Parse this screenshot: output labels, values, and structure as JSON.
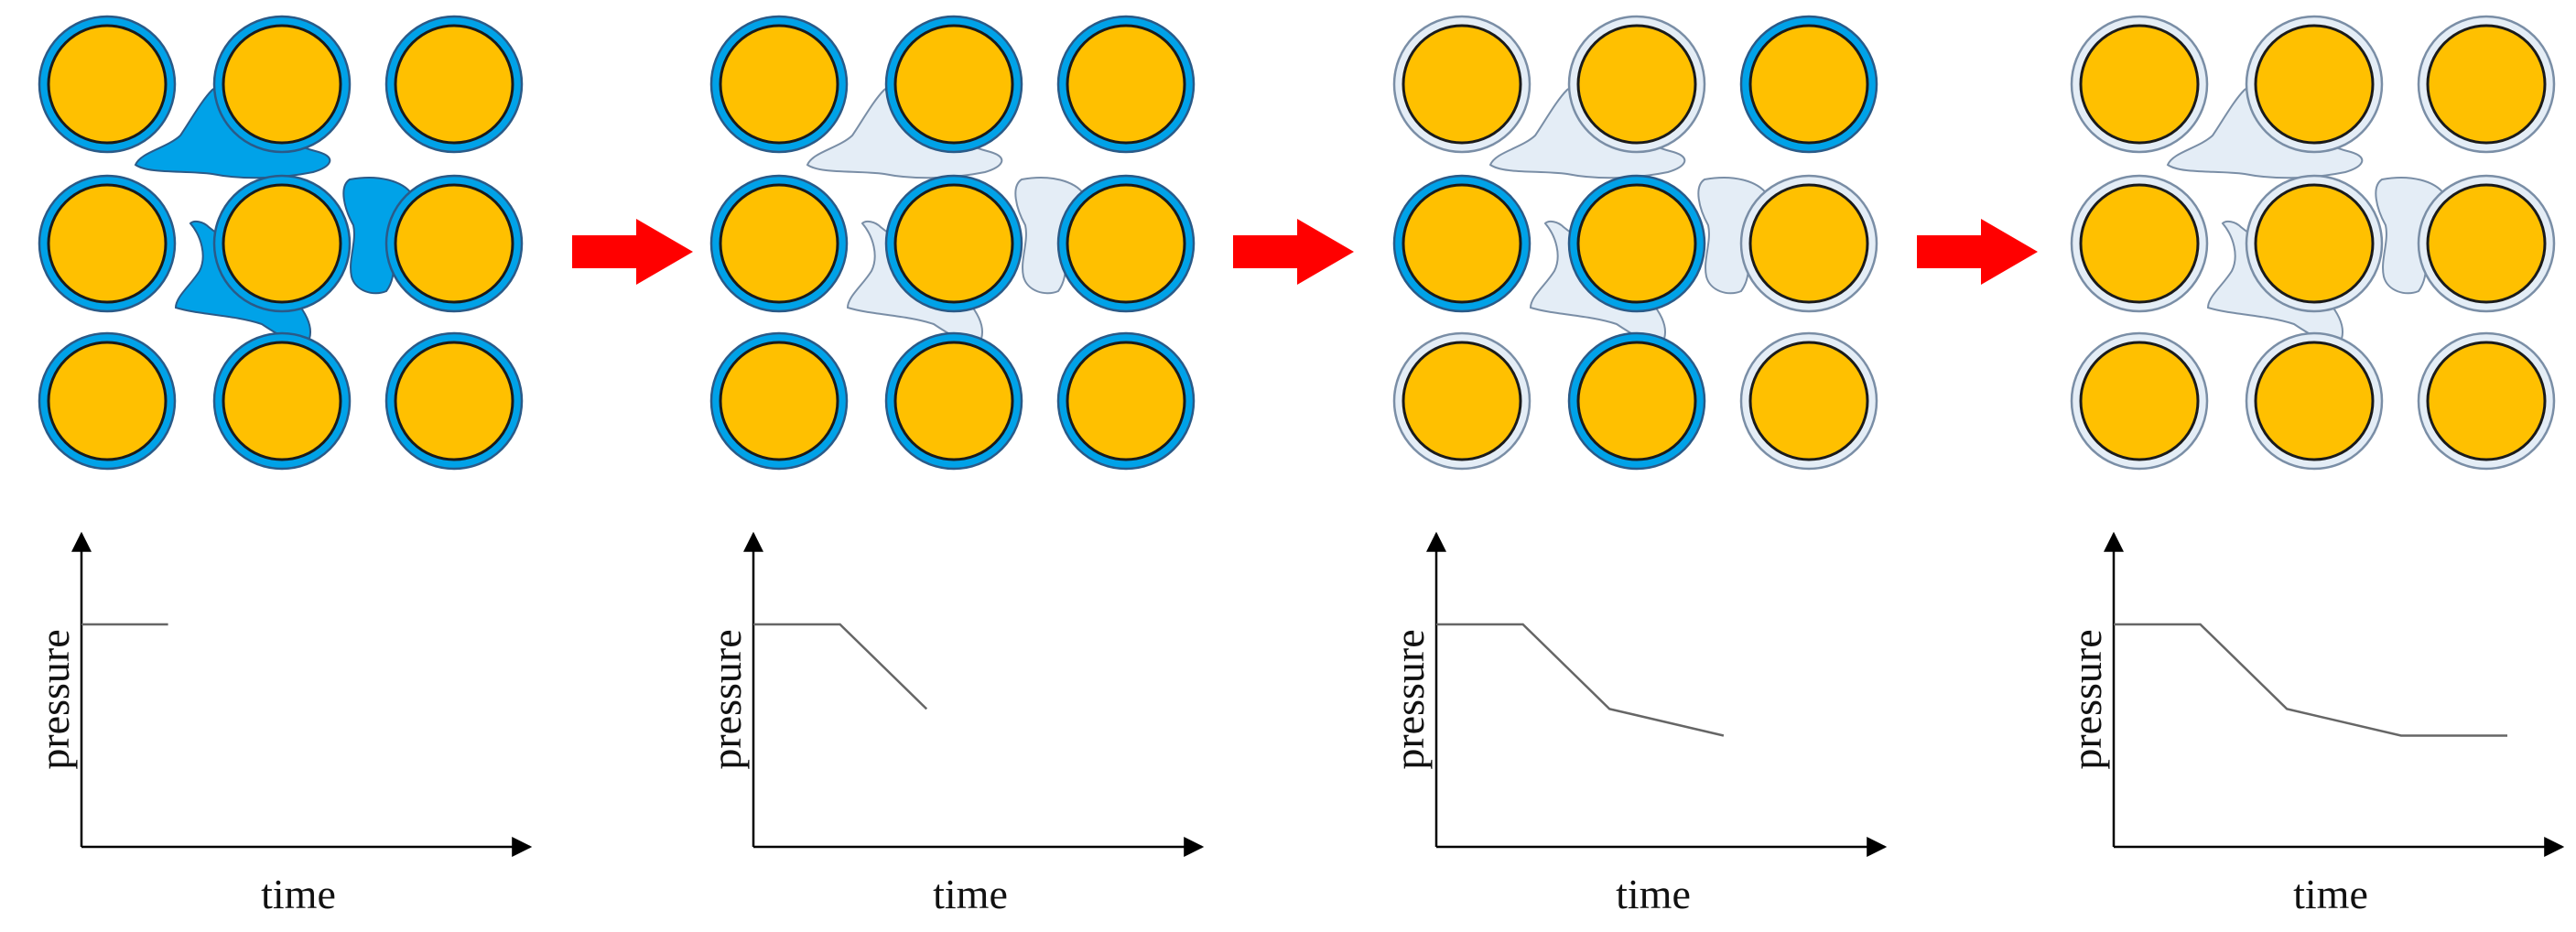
{
  "colors": {
    "grain_fill": "#FFC000",
    "grain_stroke": "#1a1a1a",
    "wet_film": "#00A2E8",
    "wet_film_edge": "#2a5a88",
    "dry_film": "#E4EDF6",
    "dry_film_edge": "#7a8ea6",
    "arrow": "#FF0000",
    "axis": "#000000",
    "curve": "#666666"
  },
  "panels": [
    {
      "id": "stage-1",
      "wet_grains": [
        true,
        true,
        true,
        true,
        true,
        true,
        true,
        true,
        true
      ],
      "wet_bridges": [
        true,
        true,
        true
      ],
      "x_label": "time",
      "y_label": "pressure",
      "curve": [
        [
          0,
          1.0
        ],
        [
          0.22,
          1.0
        ]
      ]
    },
    {
      "id": "stage-2",
      "wet_grains": [
        true,
        true,
        true,
        true,
        true,
        true,
        true,
        true,
        true
      ],
      "wet_bridges": [
        false,
        false,
        false
      ],
      "x_label": "time",
      "y_label": "pressure",
      "curve": [
        [
          0,
          1.0
        ],
        [
          0.22,
          1.0
        ],
        [
          0.44,
          0.62
        ]
      ]
    },
    {
      "id": "stage-3",
      "wet_grains": [
        false,
        false,
        true,
        true,
        true,
        false,
        false,
        true,
        false
      ],
      "wet_bridges": [
        false,
        false,
        false
      ],
      "x_label": "time",
      "y_label": "pressure",
      "curve": [
        [
          0,
          1.0
        ],
        [
          0.22,
          1.0
        ],
        [
          0.44,
          0.62
        ],
        [
          0.73,
          0.5
        ]
      ]
    },
    {
      "id": "stage-4",
      "wet_grains": [
        false,
        false,
        false,
        false,
        false,
        false,
        false,
        false,
        false
      ],
      "wet_bridges": [
        false,
        false,
        false
      ],
      "x_label": "time",
      "y_label": "pressure",
      "curve": [
        [
          0,
          1.0
        ],
        [
          0.22,
          1.0
        ],
        [
          0.44,
          0.62
        ],
        [
          0.73,
          0.5
        ],
        [
          1.0,
          0.5
        ]
      ]
    }
  ],
  "arrows": [
    {
      "from": "stage-1",
      "to": "stage-2"
    },
    {
      "from": "stage-2",
      "to": "stage-3"
    },
    {
      "from": "stage-3",
      "to": "stage-4"
    }
  ]
}
